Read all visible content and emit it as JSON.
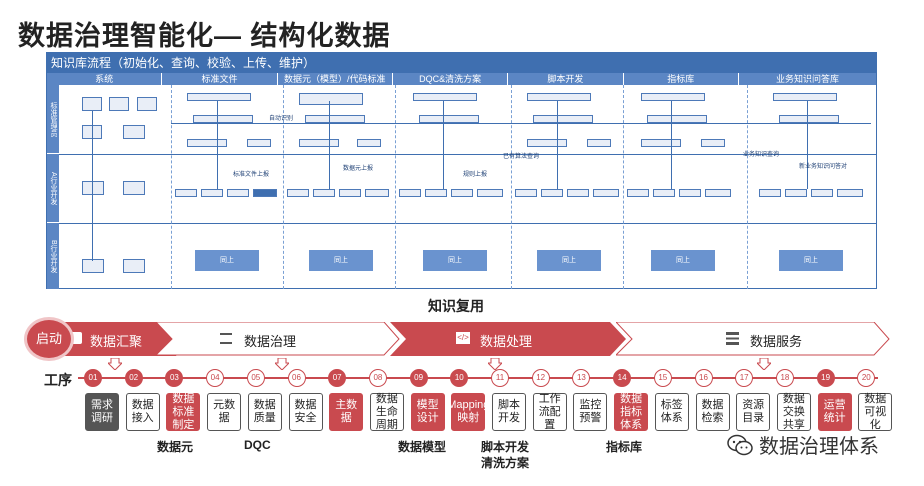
{
  "title": "数据治理智能化— 结构化数据",
  "kb": {
    "header": "知识库流程（初始化、查询、校验、上传、维护）",
    "columns": [
      "系统",
      "标准文件",
      "数据元（模型）/代码标准",
      "DQC&清洗方案",
      "脚本开发",
      "指标库",
      "业务知识问答库"
    ],
    "lanes": [
      "标准管理员",
      "A行业开发",
      "B行业开发"
    ],
    "notes": {
      "n1": "自动识别",
      "n2": "标准文件上报",
      "n3": "数据元上报",
      "n4": "规则上报",
      "n5": "已有算法查询",
      "n6": "业务知识查询",
      "n7": "新业务知识问答对"
    },
    "b_lane_box": "同上"
  },
  "reuse": {
    "title": "知识复用",
    "start": "启动",
    "phases": [
      {
        "label": "数据汇聚",
        "icon": "grid-icon"
      },
      {
        "label": "数据治理",
        "icon": "list-icon"
      },
      {
        "label": "数据处理",
        "icon": "code-icon"
      },
      {
        "label": "数据服务",
        "icon": "server-icon"
      }
    ],
    "process_label": "工序",
    "steps": [
      {
        "num": "01",
        "label": "需求调研",
        "style": "gray"
      },
      {
        "num": "02",
        "label": "数据接入",
        "style": "white"
      },
      {
        "num": "03",
        "label": "数据标准制定",
        "style": "red"
      },
      {
        "num": "04",
        "label": "元数据",
        "style": "white"
      },
      {
        "num": "05",
        "label": "数据质量",
        "style": "white"
      },
      {
        "num": "06",
        "label": "数据安全",
        "style": "white"
      },
      {
        "num": "07",
        "label": "主数据",
        "style": "red"
      },
      {
        "num": "08",
        "label": "数据生命周期",
        "style": "white"
      },
      {
        "num": "09",
        "label": "模型设计",
        "style": "red"
      },
      {
        "num": "10",
        "label": "Mapping映射",
        "style": "red"
      },
      {
        "num": "11",
        "label": "脚本开发",
        "style": "white"
      },
      {
        "num": "12",
        "label": "工作流配置",
        "style": "white"
      },
      {
        "num": "13",
        "label": "监控预警",
        "style": "white"
      },
      {
        "num": "14",
        "label": "数据指标体系",
        "style": "red"
      },
      {
        "num": "15",
        "label": "标签体系",
        "style": "white"
      },
      {
        "num": "16",
        "label": "数据检索",
        "style": "white"
      },
      {
        "num": "17",
        "label": "资源目录",
        "style": "white"
      },
      {
        "num": "18",
        "label": "数据交换共享",
        "style": "white"
      },
      {
        "num": "19",
        "label": "运营统计",
        "style": "red"
      },
      {
        "num": "20",
        "label": "数据可视化",
        "style": "white"
      }
    ],
    "bottom_labels": [
      "数据元",
      "DQC",
      "数据模型",
      "脚本开发",
      "清洗方案",
      "指标库"
    ]
  },
  "watermark": "数据治理体系",
  "colors": {
    "accent_red": "#c94a4f",
    "kb_blue": "#3f6fb0"
  }
}
